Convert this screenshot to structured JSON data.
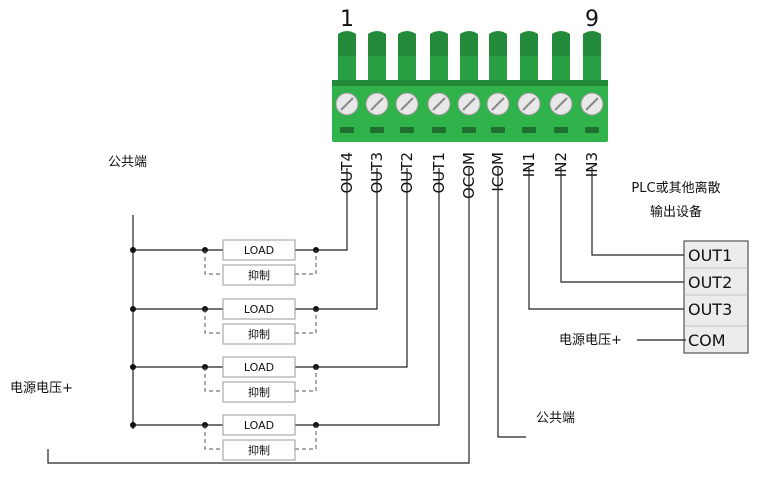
{
  "connector": {
    "first_pin_label": "1",
    "last_pin_label": "9",
    "pins": [
      "OUT4",
      "OUT3",
      "OUT2",
      "OUT1",
      "OCOM",
      "ICOM",
      "IN1",
      "IN2",
      "IN3"
    ]
  },
  "labels": {
    "common_top": "公共端",
    "supply_left": "电源电压+",
    "common_right": "公共端",
    "supply_right": "电源电压+",
    "plc_title_line1": "PLC或其他离散",
    "plc_title_line2": "输出设备"
  },
  "loads": [
    {
      "load_label": "LOAD",
      "suppress_label": "抑制"
    },
    {
      "load_label": "LOAD",
      "suppress_label": "抑制"
    },
    {
      "load_label": "LOAD",
      "suppress_label": "抑制"
    },
    {
      "load_label": "LOAD",
      "suppress_label": "抑制"
    }
  ],
  "plc_terminals": [
    "OUT1",
    "OUT2",
    "OUT3",
    "COM"
  ],
  "colors": {
    "connector_green": "#2fb34a",
    "connector_dark": "#238a3a",
    "screw": "#e8e8e8"
  }
}
